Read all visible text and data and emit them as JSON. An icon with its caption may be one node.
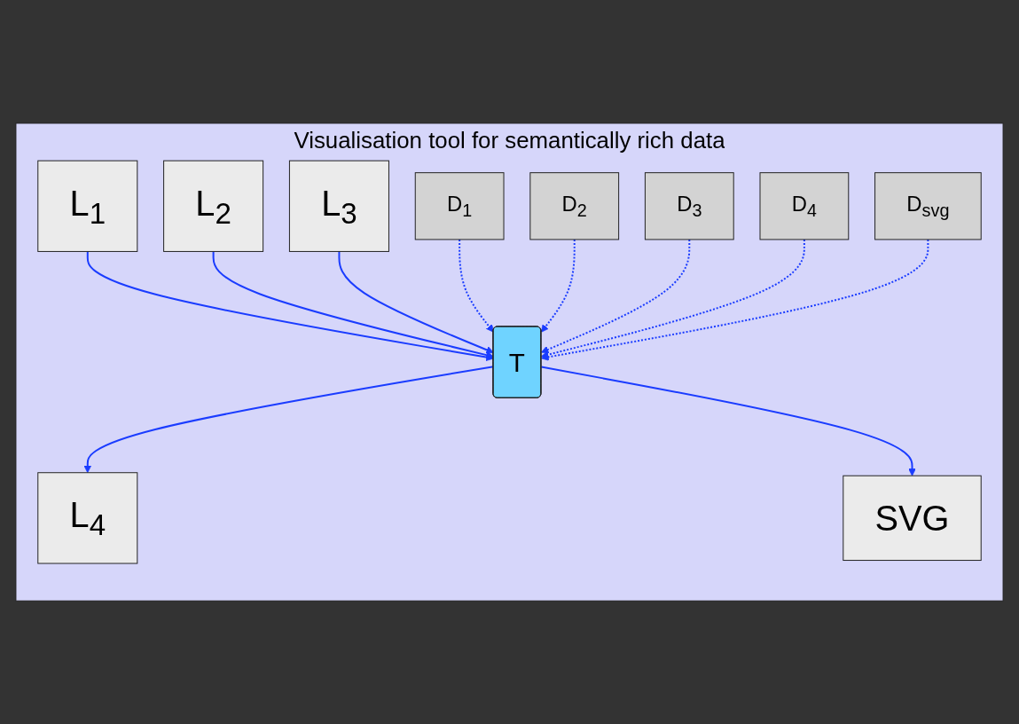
{
  "diagram": {
    "nodes": [
      {
        "text": [
          "Visualisation tool for semantically rich data"
        ]
      },
      {
        "text": [
          "D$_{1}$"
        ],
        "in": 0
      },
      {
        "text": [
          "L$_{1}$"
        ],
        "in": 0
      },
      {
        "text": [
          "D$_{2}$"
        ],
        "in": 0
      },
      {
        "text": [
          "L$_{2}$"
        ],
        "in": 0
      },
      {
        "text": [
          "T"
        ],
        "in": 0
      },
      {
        "text": [
          "D$_{svg}$"
        ],
        "in": 0
      },
      {
        "text": [
          "SVG"
        ],
        "in": 0
      },
      {
        "text": [
          "L$_{3}$"
        ],
        "in": 0
      },
      {
        "text": [
          "D$_{3}$"
        ],
        "in": 0
      },
      {
        "text": [
          "L$_{4}$"
        ],
        "in": 0
      },
      {
        "text": [
          "D$_{4}$"
        ],
        "in": 0
      }
    ],
    "edges": [
      {
        "from": 2,
        "to": 5,
        "arrow": "to"
      },
      {
        "from": 4,
        "to": 5,
        "arrow": "to"
      },
      {
        "from": 8,
        "to": 5,
        "arrow": "to"
      },
      {
        "from": 5,
        "to": 10,
        "arrow": "to"
      },
      {
        "from": 5,
        "to": 7,
        "arrow": "to"
      },
      {
        "from": 1,
        "to": 5,
        "arrow": "to",
        "style": "dashed"
      },
      {
        "from": 3,
        "to": 5,
        "arrow": "to",
        "style": "dashed"
      },
      {
        "from": 9,
        "to": 5,
        "arrow": "to",
        "style": "dashed"
      },
      {
        "from": 11,
        "to": 5,
        "arrow": "to",
        "style": "dashed"
      },
      {
        "from": 6,
        "to": 5,
        "arrow": "to",
        "style": "dashed"
      }
    ]
  }
}
